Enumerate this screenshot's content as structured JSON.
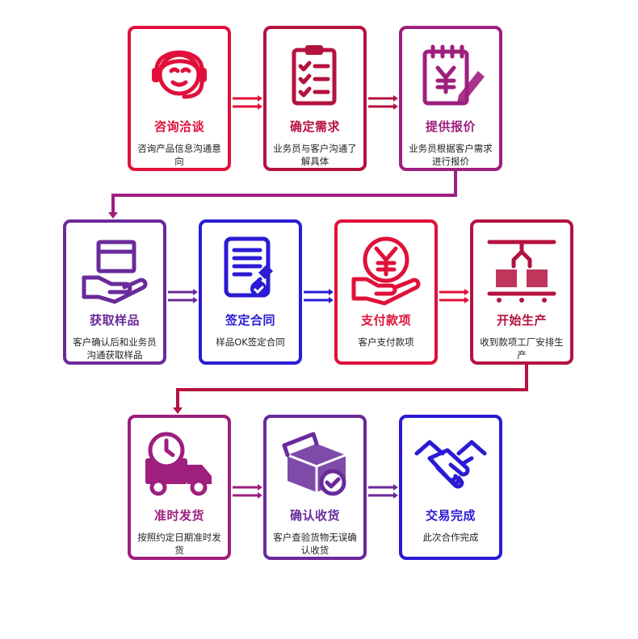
{
  "colors": {
    "red": "#E0103A",
    "crimson": "#B5123F",
    "magenta": "#9E1F7E",
    "purple": "#6A2A9A",
    "blue": "#2A1BD4"
  },
  "steps": [
    {
      "title": "咨询洽谈",
      "desc": "咨询产品信息沟通意向",
      "icon": "headset-agent-icon",
      "color": "#E0103A"
    },
    {
      "title": "确定需求",
      "desc": "业务员与客户沟通了解具体",
      "icon": "checklist-clipboard-icon",
      "color": "#B5123F"
    },
    {
      "title": "提供报价",
      "desc": "业务员根据客户需求进行报价",
      "icon": "yuan-quote-pen-icon",
      "color": "#9E1F7E"
    },
    {
      "title": "获取样品",
      "desc": "客户确认后和业务员沟通获取样品",
      "icon": "box-in-hand-icon",
      "color": "#6A2A9A"
    },
    {
      "title": "签定合同",
      "desc": "样品OK签定合同",
      "icon": "contract-stamp-icon",
      "color": "#2A1BD4"
    },
    {
      "title": "支付款项",
      "desc": "客户支付款项",
      "icon": "yuan-coin-hand-icon",
      "color": "#E0103A"
    },
    {
      "title": "开始生产",
      "desc": "收到款项工厂安排生产",
      "icon": "factory-conveyor-icon",
      "color": "#B5123F"
    },
    {
      "title": "准时发货",
      "desc": "按照约定日期准时发货",
      "icon": "delivery-truck-clock-icon",
      "color": "#9E1F7E"
    },
    {
      "title": "确认收货",
      "desc": "客户查验货物无误确认收货",
      "icon": "box-check-icon",
      "color": "#6A2A9A"
    },
    {
      "title": "交易完成",
      "desc": "此次合作完成",
      "icon": "handshake-icon",
      "color": "#2A1BD4"
    }
  ]
}
